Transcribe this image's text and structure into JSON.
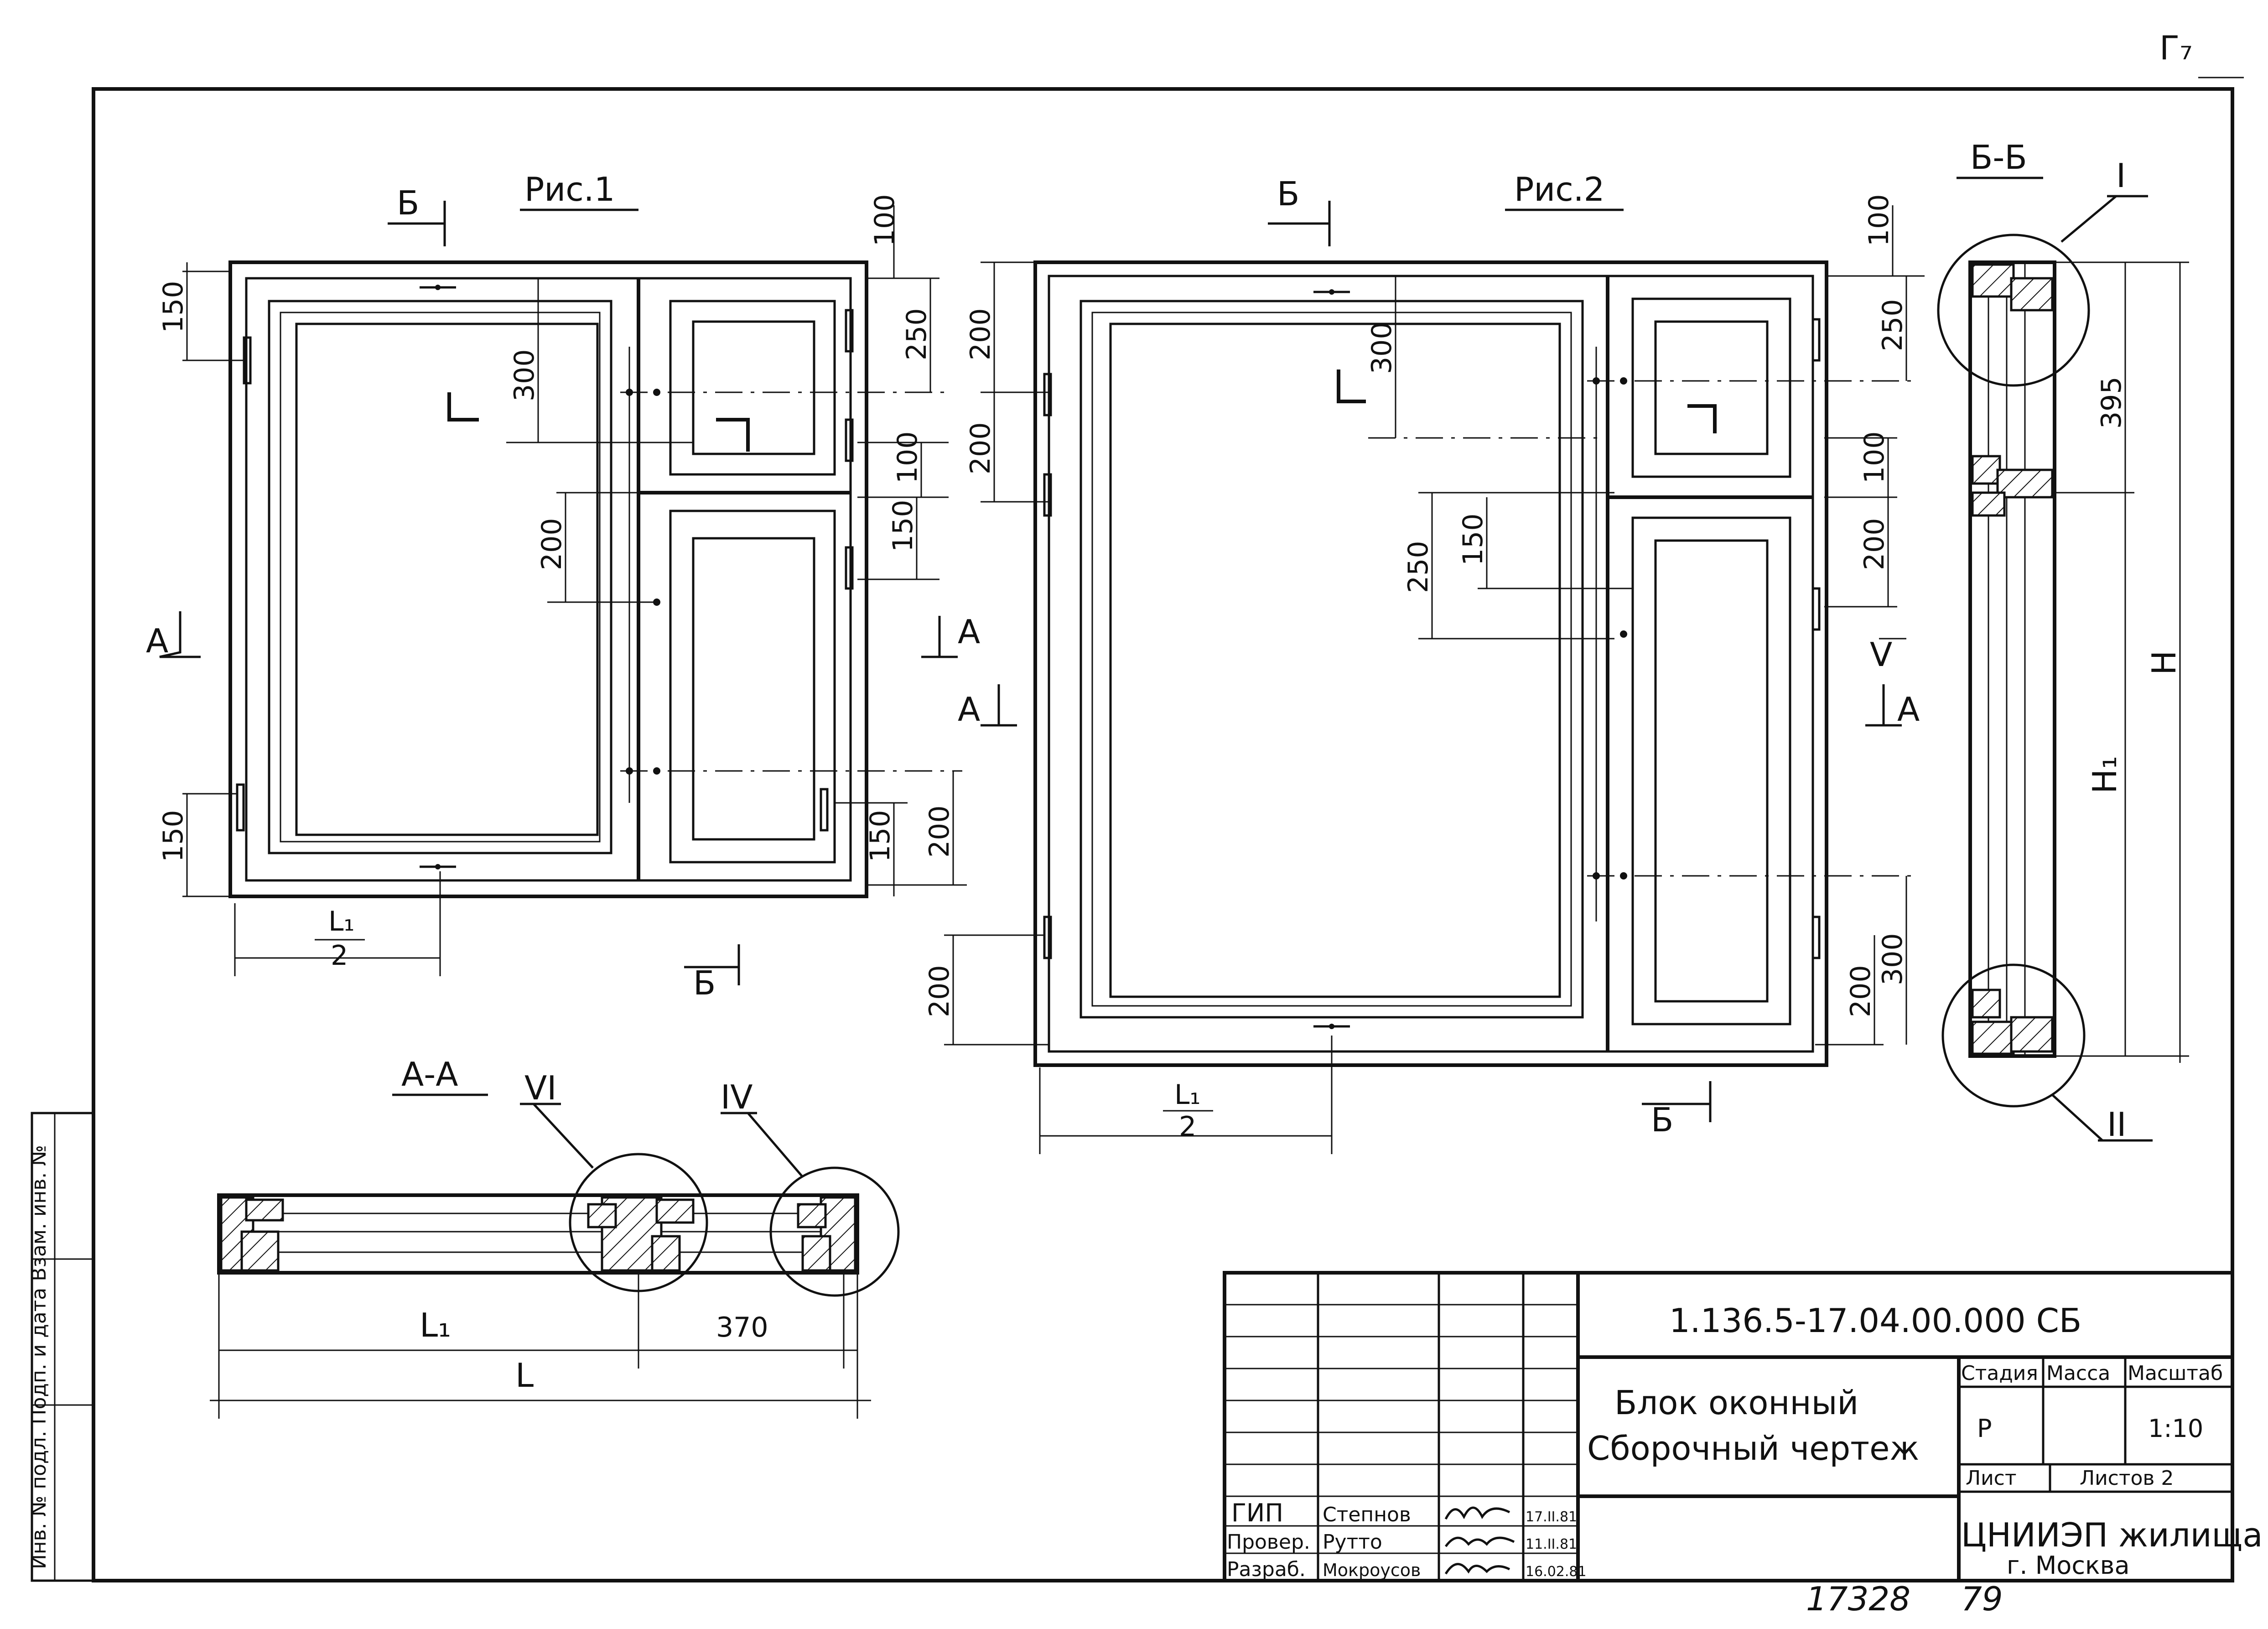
{
  "corner_mark": "Г₇",
  "fig1": {
    "title": "Рис.1",
    "section_marks": [
      "Б",
      "Б",
      "А",
      "А"
    ],
    "dims": [
      "100",
      "150",
      "300",
      "250",
      "100",
      "200",
      "150",
      "150",
      "150",
      "200"
    ],
    "bottom_dim_top": "L₁",
    "bottom_dim_bot": "2"
  },
  "fig2": {
    "title": "Рис.2",
    "section_marks": [
      "Б",
      "Б",
      "А",
      "А"
    ],
    "dims": [
      "100",
      "200",
      "200",
      "300",
      "250",
      "150",
      "250",
      "100",
      "200",
      "200",
      "300",
      "200"
    ],
    "node_v": "V",
    "bottom_dim_top": "L₁",
    "bottom_dim_bot": "2"
  },
  "section_aa": {
    "title": "А-А",
    "node_vi": "VI",
    "node_iv": "IV",
    "dim_l1": "L₁",
    "dim_370": "370",
    "dim_l": "L"
  },
  "section_bb": {
    "title": "Б-Б",
    "node_i": "I",
    "node_ii": "II",
    "dim_395": "395",
    "dim_h1": "H₁",
    "dim_h": "H"
  },
  "stamp": {
    "doc_code": "1.136.5-17.04.00.000 СБ",
    "title_line1": "Блок оконный",
    "title_line2": "Сборочный чертеж",
    "h_stage": "Стадия",
    "h_mass": "Масса",
    "h_scale": "Масштаб",
    "v_stage": "Р",
    "v_scale": "1:10",
    "h_sheet": "Лист",
    "h_sheets": "Листов 2",
    "org_line1": "ЦНИИЭП жилища",
    "org_line2": "г. Москва",
    "roles": [
      {
        "role": "ГИП",
        "name": "Степнов",
        "date": "17.II.81"
      },
      {
        "role": "Провер.",
        "name": "Рутто",
        "date": "11.II.81"
      },
      {
        "role": "Разраб.",
        "name": "Мокроусов",
        "date": "16.02.81"
      }
    ]
  },
  "footer_left": "17328",
  "footer_right": "79",
  "side_strip_text": "Инв. № подл.   Подп. и дата   Взам. инв. №"
}
